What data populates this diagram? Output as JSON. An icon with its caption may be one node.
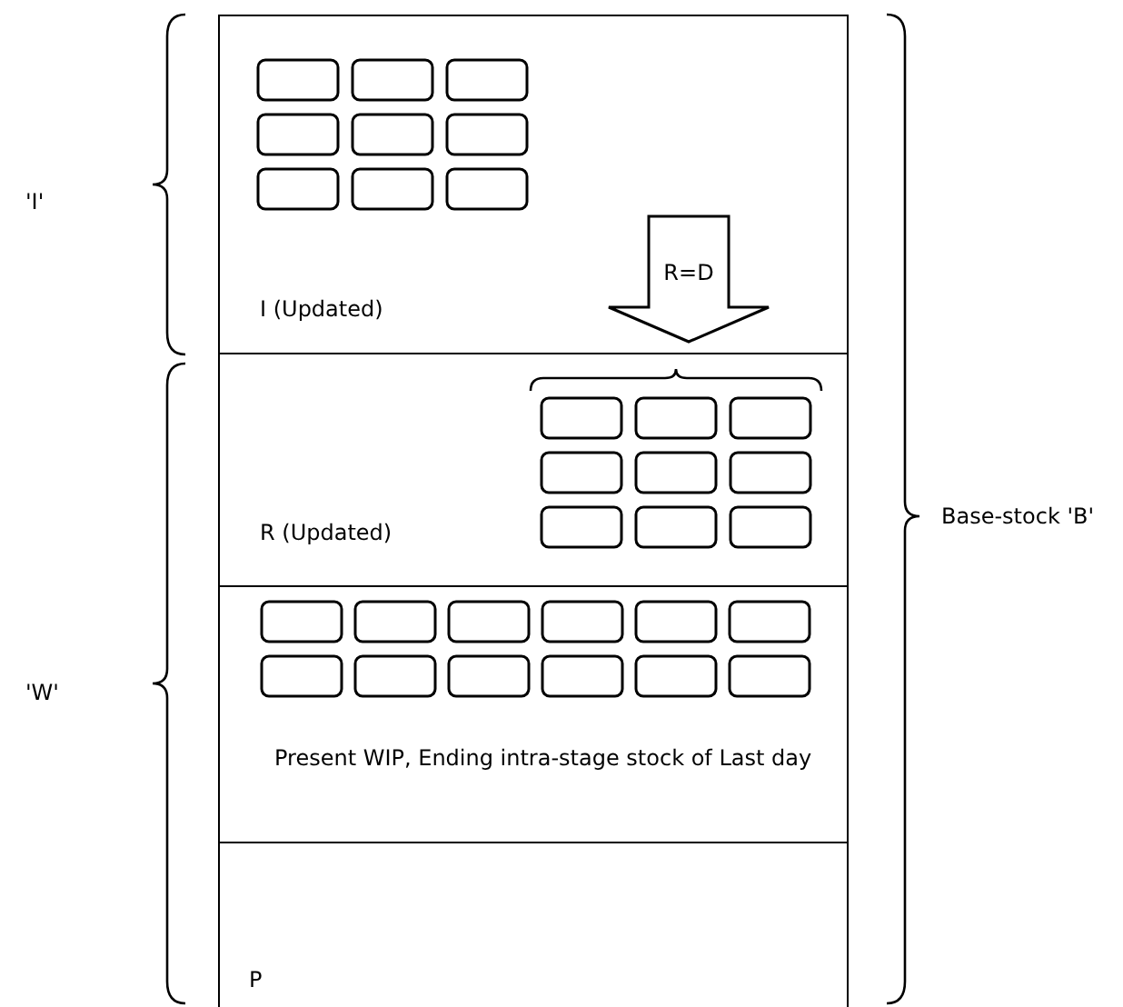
{
  "diagram": {
    "nodes": [
      {
        "text": [
          "I (Updated)"
        ]
      },
      {
        "text": [
          "R (Updated)"
        ]
      },
      {
        "text": [
          "Present WIP, Ending intra-stage stock of Last day"
        ]
      },
      {
        "text": [
          "P"
        ]
      },
      {
        "text": [
          "R=D"
        ],
        "in": 0
      }
    ],
    "labels": [
      "'I'",
      "'W'",
      "Base-stock 'B'"
    ]
  }
}
